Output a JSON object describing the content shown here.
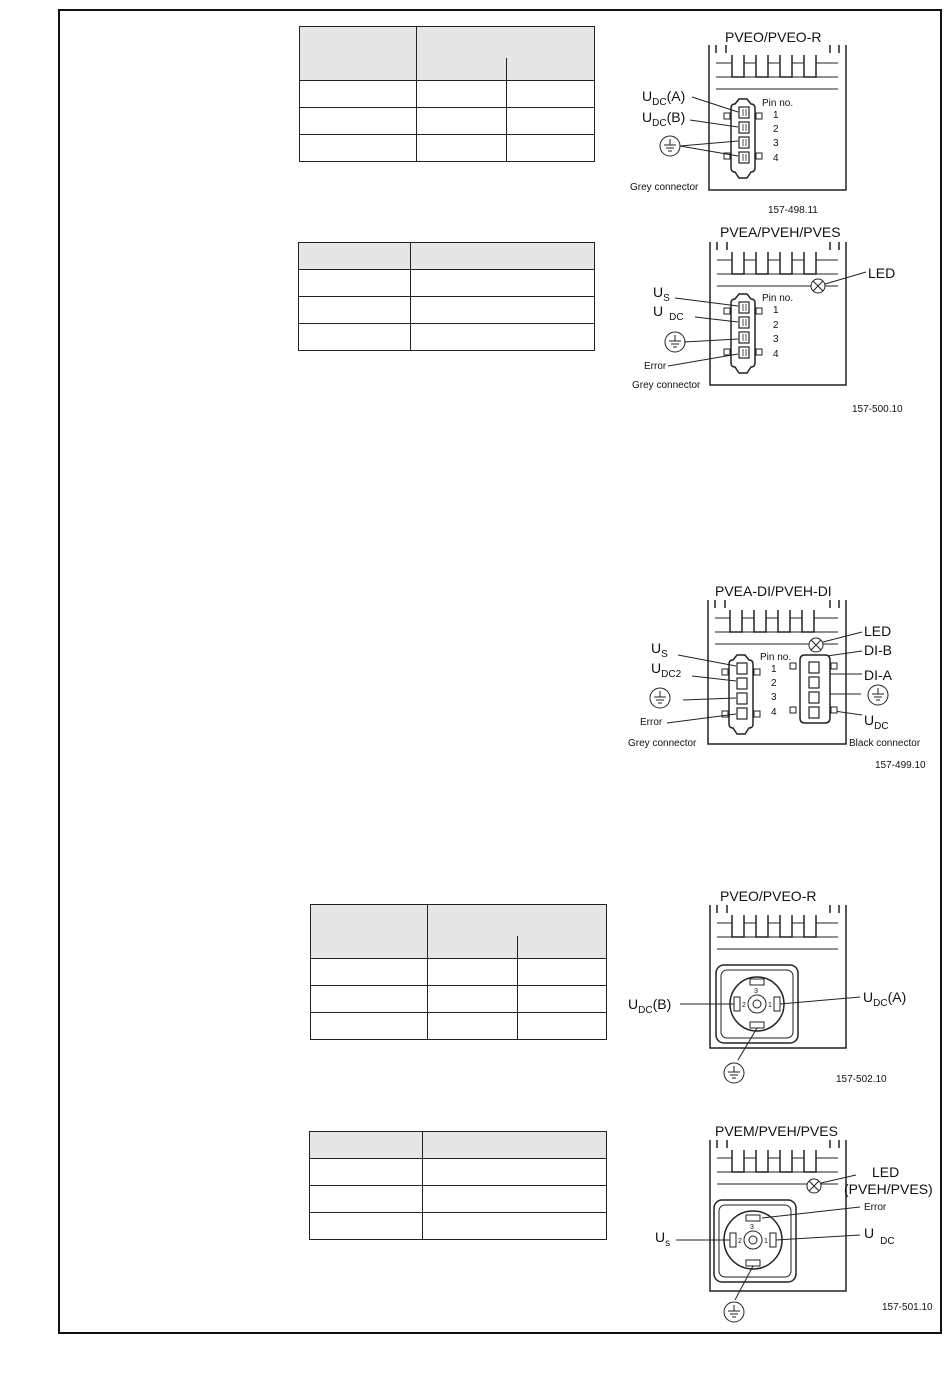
{
  "diagrams": {
    "d1": {
      "title": "PVEO/PVEO-R",
      "udc_a": "U",
      "udc_a_sub": "DC",
      "udc_a_suffix": "(A)",
      "udc_b": "U",
      "udc_b_sub": "DC",
      "udc_b_suffix": "(B)",
      "pin_label": "Pin no.",
      "pins": [
        "1",
        "2",
        "3",
        "4"
      ],
      "connector": "Grey connector",
      "code": "157-498.11"
    },
    "d2": {
      "title": "PVEA/PVEH/PVES",
      "led": "LED",
      "us": "U",
      "us_sub": "S",
      "udc": "U",
      "udc_sub": "DC",
      "error": "Error",
      "pin_label": "Pin no.",
      "pins": [
        "1",
        "2",
        "3",
        "4"
      ],
      "connector": "Grey connector",
      "code": "157-500.10"
    },
    "d3": {
      "title": "PVEA-DI/PVEH-DI",
      "led": "LED",
      "di_b": "DI-B",
      "di_a": "DI-A",
      "us": "U",
      "us_sub": "S",
      "udc2": "U",
      "udc2_sub": "DC2",
      "udc": "U",
      "udc_sub": "DC",
      "error": "Error",
      "pin_label": "Pin no.",
      "pins": [
        "1",
        "2",
        "3",
        "4"
      ],
      "grey_connector": "Grey connector",
      "black_connector": "Black connector",
      "code": "157-499.10"
    },
    "d4": {
      "title": "PVEO/PVEO-R",
      "udc_b": "U",
      "udc_b_sub": "DC",
      "udc_b_suffix": "(B)",
      "udc_a": "U",
      "udc_a_sub": "DC",
      "udc_a_suffix": "(A)",
      "plug_numbers": [
        "3",
        "2",
        "1"
      ],
      "code": "157-502.10"
    },
    "d5": {
      "title": "PVEM/PVEH/PVES",
      "led": "LED",
      "led_note": "(PVEH/PVES)",
      "error": "Error",
      "us": "U",
      "us_sub": "s",
      "udc": "U",
      "udc_sub": "DC",
      "plug_numbers": [
        "3",
        "2",
        "1"
      ],
      "code": "157-501.10"
    }
  }
}
